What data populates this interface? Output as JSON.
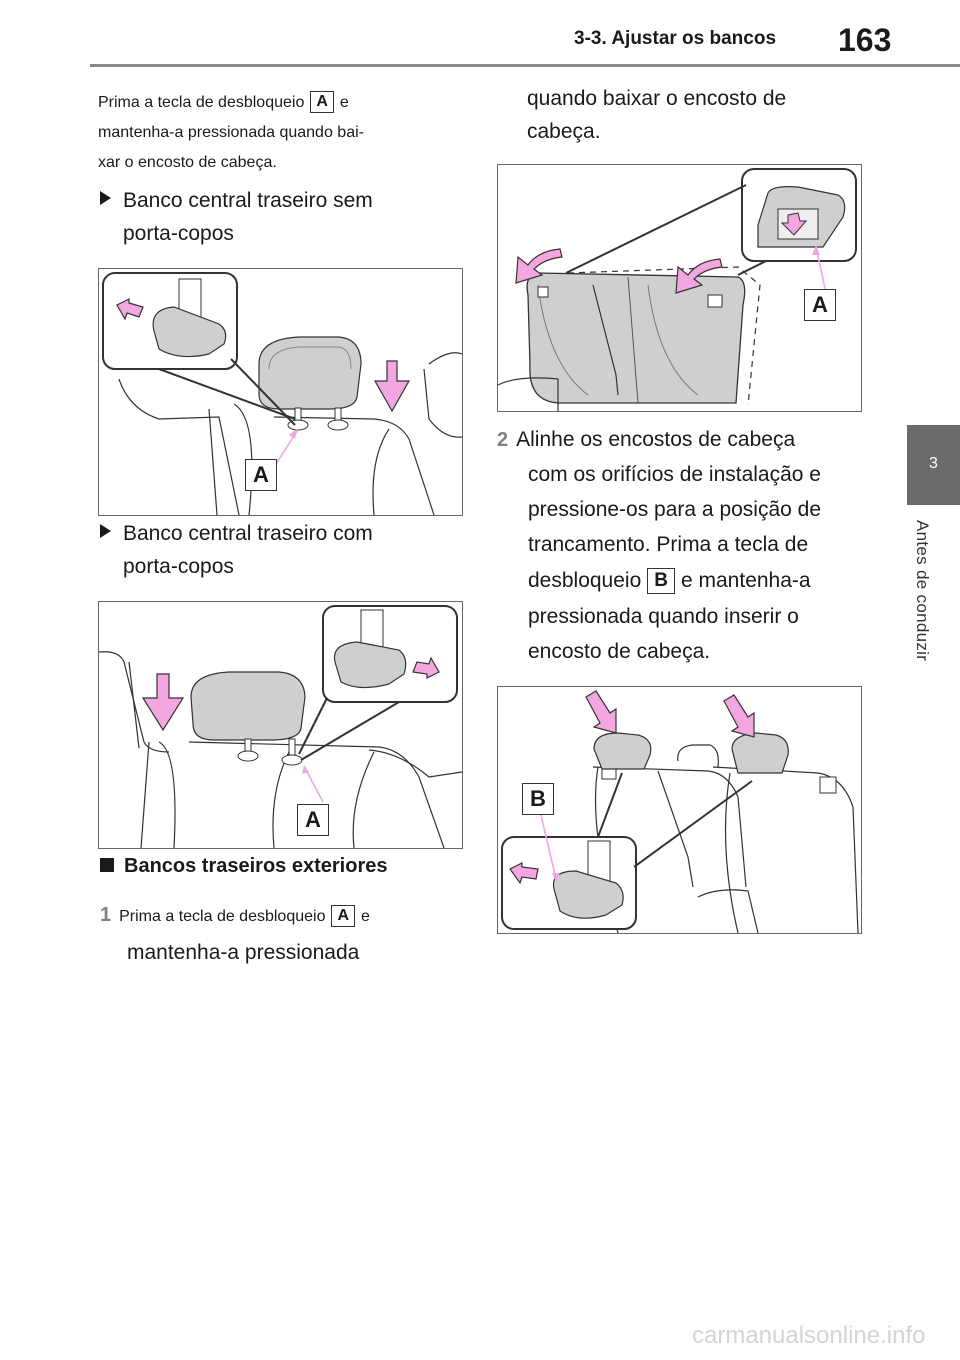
{
  "header": {
    "section_title": "3-3. Ajustar os bancos",
    "page_number": "163"
  },
  "side_tab": {
    "chapter_number": "3",
    "chapter_label": "Antes de conduzir"
  },
  "left_column": {
    "intro_line1_before": "Prima a tecla de desbloqueio",
    "intro_key": "A",
    "intro_line1_after": "e",
    "intro_line2": "mantenha-a pressionada quando bai-",
    "intro_line3": "xar o encosto de cabeça.",
    "bullet1_line1": "Banco central traseiro sem",
    "bullet1_line2": "porta-copos",
    "figure1_label": "A",
    "bullet2_line1": "Banco central traseiro com",
    "bullet2_line2": "porta-copos",
    "figure2_label": "A",
    "section_heading": "Bancos traseiros exteriores",
    "step1_number": "1",
    "step1_line1_before": "Prima a tecla de desbloqueio",
    "step1_key": "A",
    "step1_line1_after": "e",
    "step1_line2": "mantenha-a pressionada"
  },
  "right_column": {
    "cont_line1": "quando baixar o encosto de",
    "cont_line2": "cabeça.",
    "figure3_label": "A",
    "step2_number": "2",
    "step2_line1": "Alinhe os encostos de cabeça",
    "step2_line2": "com os orifícios de instalação e",
    "step2_line3": "pressione-os para a posição de",
    "step2_line4": "trancamento. Prima a tecla de",
    "step2_line5_before": "desbloqueio",
    "step2_key": "B",
    "step2_line5_after": "e mantenha-a",
    "step2_line6": "pressionada quando inserir o",
    "step2_line7": "encosto de cabeça.",
    "figure4_label": "B"
  },
  "watermark": "carmanualsonline.info",
  "colors": {
    "arrow_pink": "#f3a6df",
    "headrest_gray": "#cfcfcf",
    "tab_gray": "#6b6b6b",
    "rule_gray": "#8a8a8a"
  }
}
